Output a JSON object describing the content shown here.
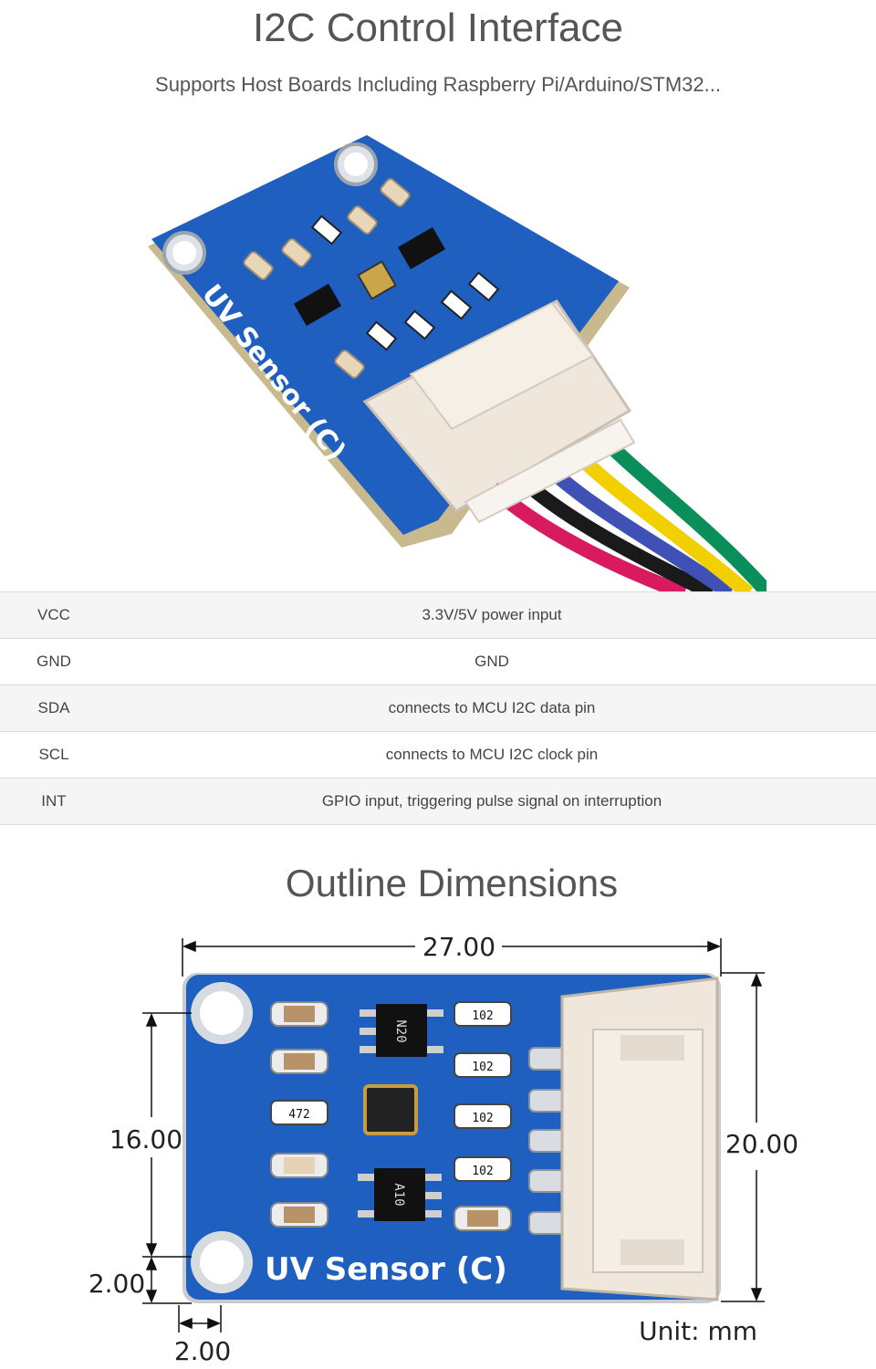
{
  "header": {
    "title": "I2C Control Interface",
    "subtitle": "Supports Host Boards Including Raspberry Pi/Arduino/STM32..."
  },
  "board": {
    "label": "UV Sensor (C)",
    "chip_markings": [
      "472",
      "N20",
      "A10",
      "102"
    ]
  },
  "pins": [
    {
      "name": "VCC",
      "description": "3.3V/5V power input"
    },
    {
      "name": "GND",
      "description": "GND"
    },
    {
      "name": "SDA",
      "description": "connects to MCU I2C data pin"
    },
    {
      "name": "SCL",
      "description": "connects to MCU I2C clock pin"
    },
    {
      "name": "INT",
      "description": "GPIO input, triggering pulse signal on interruption"
    }
  ],
  "outline": {
    "title": "Outline Dimensions",
    "width": "27.00",
    "height": "20.00",
    "hole_spacing": "16.00",
    "hole_offset_y": "2.00",
    "hole_offset_x": "2.00",
    "unit": "Unit: mm"
  },
  "colors": {
    "pcb": "#1f5fbf",
    "connector": "#efe7dc",
    "wires": [
      "#d81b60",
      "#1a1a1a",
      "#3f51b5",
      "#f2d000",
      "#0a8f5a"
    ]
  }
}
